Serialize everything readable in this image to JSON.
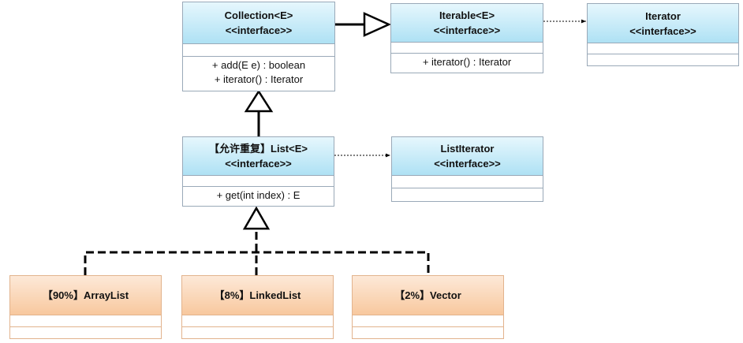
{
  "classes": {
    "collection": {
      "name": "Collection<E>",
      "stereotype": "<<interface>>",
      "ops": [
        "+ add(E e) : boolean",
        "+ iterator() : Iterator"
      ]
    },
    "iterable": {
      "name": "Iterable<E>",
      "stereotype": "<<interface>>",
      "ops": [
        "+ iterator() : Iterator"
      ]
    },
    "iterator": {
      "name": "Iterator",
      "stereotype": "<<interface>>"
    },
    "list": {
      "name": "【允许重复】List<E>",
      "stereotype": "<<interface>>",
      "ops": [
        "+ get(int index) : E"
      ]
    },
    "listiterator": {
      "name": "ListIterator",
      "stereotype": "<<interface>>"
    },
    "arraylist": {
      "name": "【90%】ArrayList"
    },
    "linkedlist": {
      "name": "【8%】LinkedList"
    },
    "vector": {
      "name": "【2%】Vector"
    }
  },
  "colors": {
    "interface_fill": "#aee1f4",
    "class_fill": "#f8c89e",
    "line": "#000000"
  }
}
